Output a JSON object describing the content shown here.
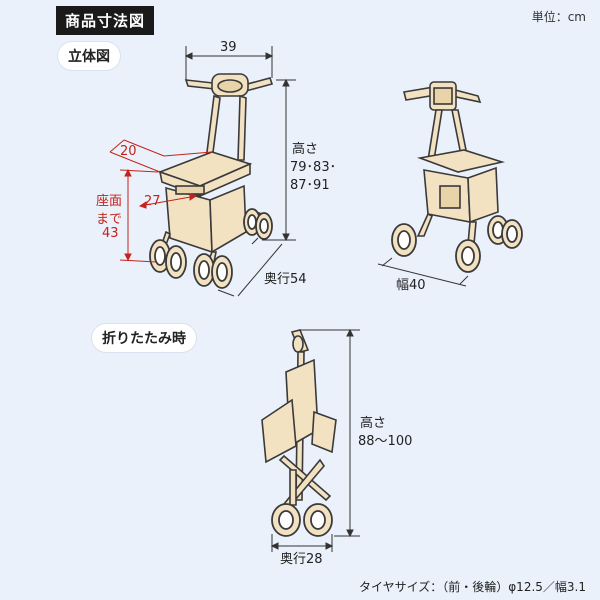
{
  "header": {
    "title": "商品寸法図",
    "unit_label": "単位：cm"
  },
  "sections": {
    "three_d": "立体図",
    "folded": "折りたたみ時"
  },
  "dimensions": {
    "width_top": "39",
    "seat_depth_top": "20",
    "seat_height_label_1": "座面",
    "seat_height_label_2": "まで",
    "seat_height_value": "43",
    "seat_width": "27",
    "height_label": "高さ",
    "height_values_1": "79･83･",
    "height_values_2": "87･91",
    "depth_label": "奥行54",
    "width_label": "幅40",
    "folded_height_label": "高さ",
    "folded_height_value": "88～100",
    "folded_depth_label": "奥行28"
  },
  "footer": {
    "tire_size": "タイヤサイズ：（前・後輪）φ12.5／幅3.1"
  },
  "colors": {
    "frame": "#f3e2c2",
    "outline": "#3a3a3a",
    "dim_red": "#c4231b",
    "bg": "#eaf1fb"
  }
}
